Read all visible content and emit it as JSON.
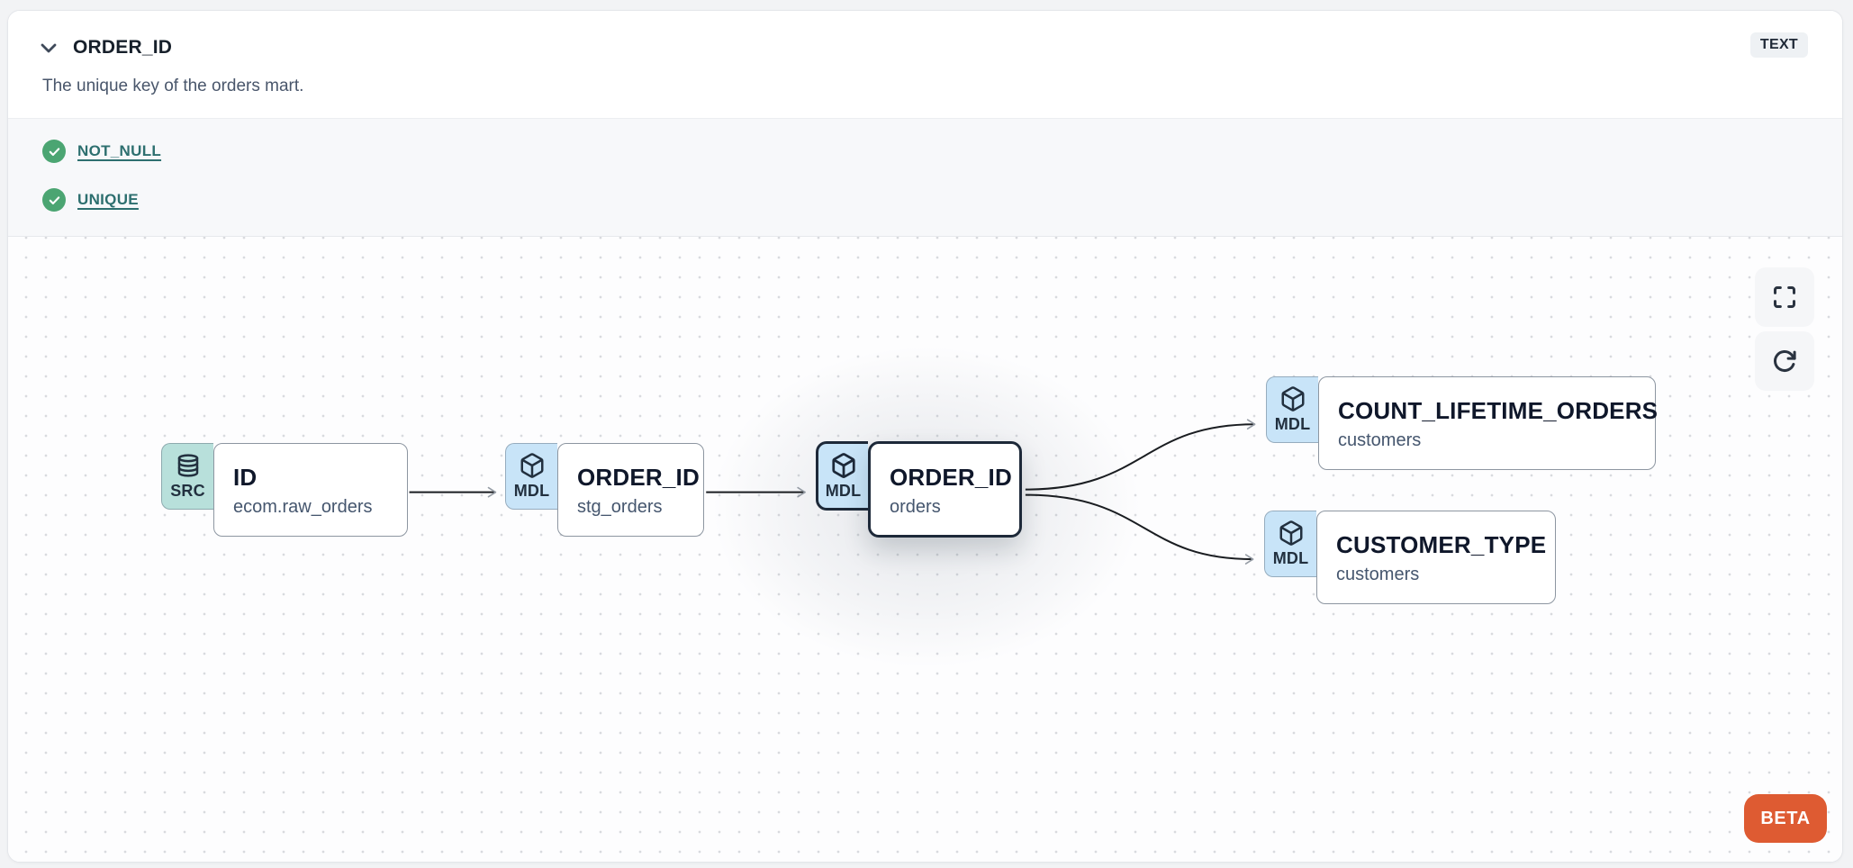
{
  "panel": {
    "title": "ORDER_ID",
    "type_badge": "TEXT",
    "description": "The unique key of the orders mart."
  },
  "tests": {
    "items": [
      {
        "label": "NOT_NULL",
        "status": "pass",
        "icon": "check-circle-icon"
      },
      {
        "label": "UNIQUE",
        "status": "pass",
        "icon": "check-circle-icon"
      }
    ]
  },
  "lineage": {
    "nodes": [
      {
        "badge": "SRC",
        "icon": "database-icon",
        "title": "ID",
        "subtitle": "ecom.raw_orders",
        "selected": false
      },
      {
        "badge": "MDL",
        "icon": "cube-icon",
        "title": "ORDER_ID",
        "subtitle": "stg_orders",
        "selected": false
      },
      {
        "badge": "MDL",
        "icon": "cube-icon",
        "title": "ORDER_ID",
        "subtitle": "orders",
        "selected": true
      },
      {
        "badge": "MDL",
        "icon": "cube-icon",
        "title": "COUNT_LIFETIME_ORDERS",
        "subtitle": "customers",
        "selected": false
      },
      {
        "badge": "MDL",
        "icon": "cube-icon",
        "title": "CUSTOMER_TYPE",
        "subtitle": "customers",
        "selected": false
      }
    ],
    "controls": [
      {
        "name": "fullscreen",
        "icon": "fullscreen-icon"
      },
      {
        "name": "refresh",
        "icon": "refresh-icon"
      }
    ],
    "beta_label": "BETA"
  },
  "colors": {
    "accent_orange": "#DE5B32",
    "check_green": "#4BA572",
    "link_teal": "#2D6F6F",
    "src_badge_teal": "#B8E0DB",
    "mdl_badge_blue": "#C8E4F8",
    "selected_border": "#1D2939",
    "edge_stroke": "#1A1D21",
    "canvas_dot": "#D8DADE"
  }
}
